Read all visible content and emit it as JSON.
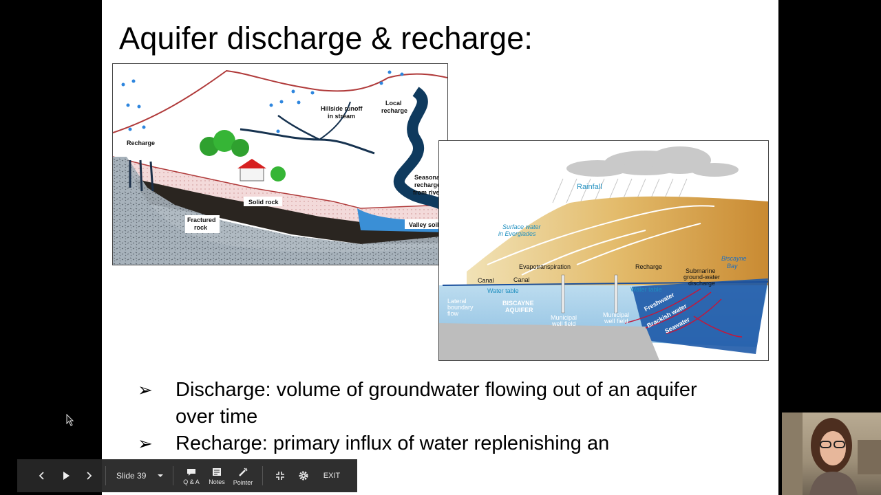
{
  "slide": {
    "title": "Aquifer discharge & recharge:",
    "bullet_marker": "➢",
    "bullets": [
      "Discharge: volume of groundwater flowing out of an aquifer over time",
      "Recharge: primary influx of water replenishing an"
    ]
  },
  "figure1": {
    "labels": {
      "recharge": "Recharge",
      "hillside_1": "Hillside runoff",
      "hillside_2": "in stream",
      "local_1": "Local",
      "local_2": "recharge",
      "seasonal_1": "Seasonal",
      "seasonal_2": "recharge",
      "seasonal_3": "from river",
      "solid_rock": "Solid rock",
      "fractured_1": "Fractured",
      "fractured_2": "rock",
      "valley_soil": "Valley soil"
    }
  },
  "figure2": {
    "labels": {
      "rainfall": "Rainfall",
      "surface_1": "Surface water",
      "surface_2": "in Everglades",
      "evapotranspiration": "Evapotranspiration",
      "recharge": "Recharge",
      "canal_a": "Canal",
      "canal_b": "Canal",
      "submarine_1": "Submarine",
      "submarine_2": "ground-water",
      "submarine_3": "discharge",
      "biscayne_bay_1": "Biscayne",
      "biscayne_bay_2": "Bay",
      "water_table_a": "Water table",
      "water_table_b": "Water table",
      "lateral_1": "Lateral",
      "lateral_2": "boundary",
      "lateral_3": "flow",
      "aquifer_1": "BISCAYNE",
      "aquifer_2": "AQUIFER",
      "municipal_a1": "Municipal",
      "municipal_a2": "well field",
      "municipal_b1": "Municipal",
      "municipal_b2": "well field",
      "freshwater": "Freshwater",
      "brackish": "Brackish water",
      "seawater": "Seawater"
    }
  },
  "toolbar": {
    "slide_label": "Slide 39",
    "qa_label": "Q & A",
    "notes_label": "Notes",
    "pointer_label": "Pointer",
    "exit_label": "EXIT"
  },
  "icons": {
    "prev": "chevron-left-icon",
    "play": "play-icon",
    "next": "chevron-right-icon",
    "dropdown": "caret-down-icon",
    "qa": "chat-icon",
    "notes": "notes-icon",
    "pointer": "laser-pointer-icon",
    "exit_fullscreen": "exit-fullscreen-icon",
    "settings": "gear-icon",
    "cursor": "mouse-cursor-icon"
  },
  "colors": {
    "toolbar_bg": "#262626",
    "slide_bg": "#ffffff",
    "river": "#0f3a5e",
    "water_blue": "#3a8fd6",
    "aquifer_blue": "#a8d0ea",
    "sea_blue": "#1e5aa8",
    "red_outline": "#b03a3a"
  }
}
